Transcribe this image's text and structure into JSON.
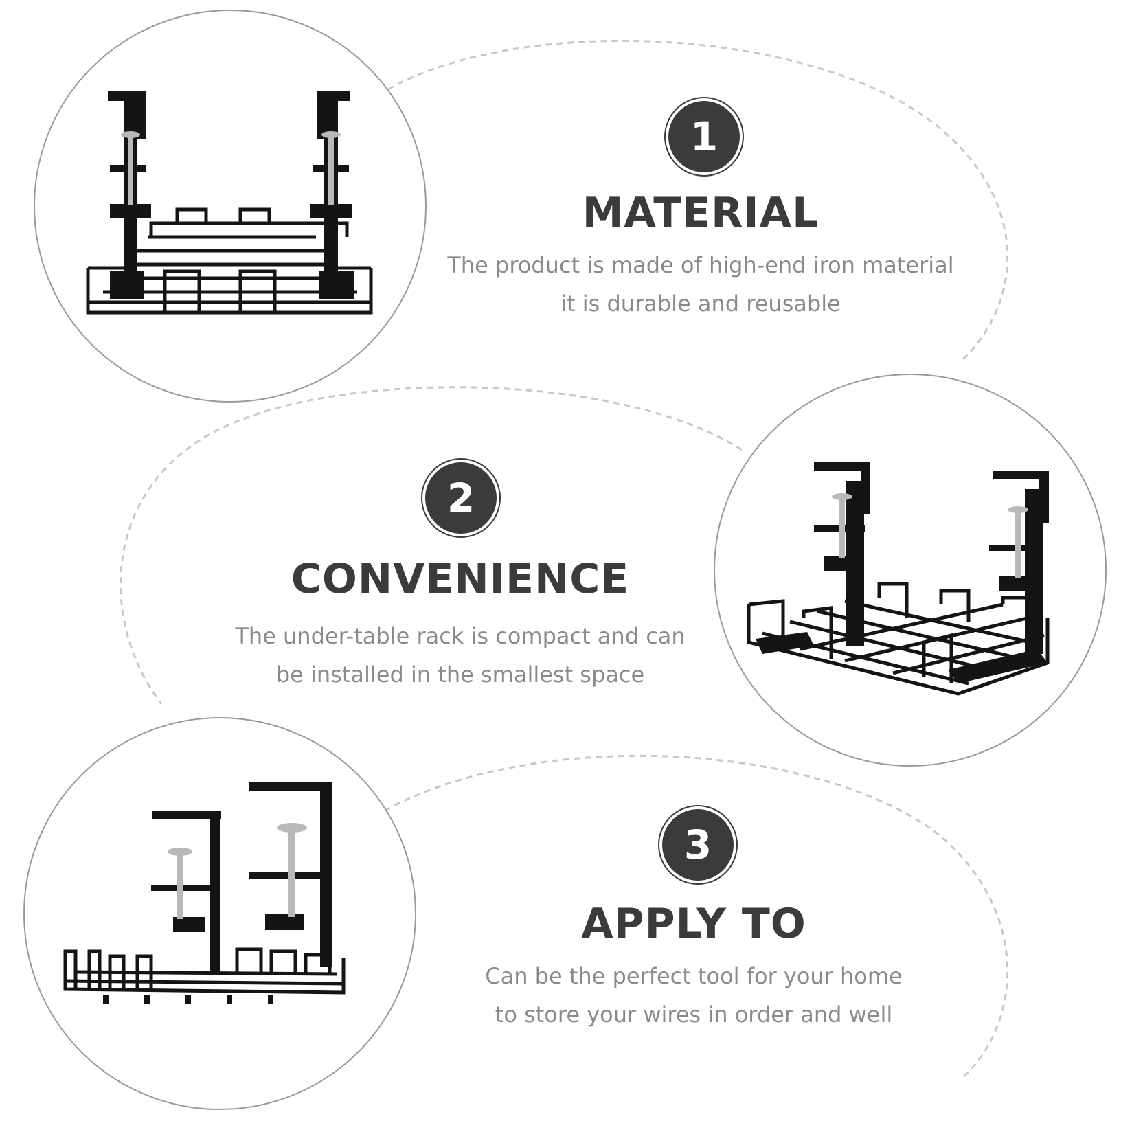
{
  "colors": {
    "badge_fill": "#3b3b3b",
    "heading_text": "#3b3b3b",
    "description_text": "#8a8a8a",
    "dashed_outline": "#c8c8c8",
    "circle_outline": "#9a9a9a",
    "product_metal": "#141414",
    "product_screw": "#b9b9b9"
  },
  "features": [
    {
      "number": "1",
      "title": "MATERIAL",
      "lines": [
        "The product is made of high-end iron material",
        "it is durable and reusable"
      ],
      "image_icon": "cable-tray-front-view"
    },
    {
      "number": "2",
      "title": "CONVENIENCE",
      "lines": [
        "The under-table rack is compact and can",
        "be installed in the smallest space"
      ],
      "image_icon": "cable-tray-angled-view"
    },
    {
      "number": "3",
      "title": "APPLY TO",
      "lines": [
        "Can be the perfect tool for your home",
        "to store your wires in order and well"
      ],
      "image_icon": "cable-tray-side-view"
    }
  ]
}
